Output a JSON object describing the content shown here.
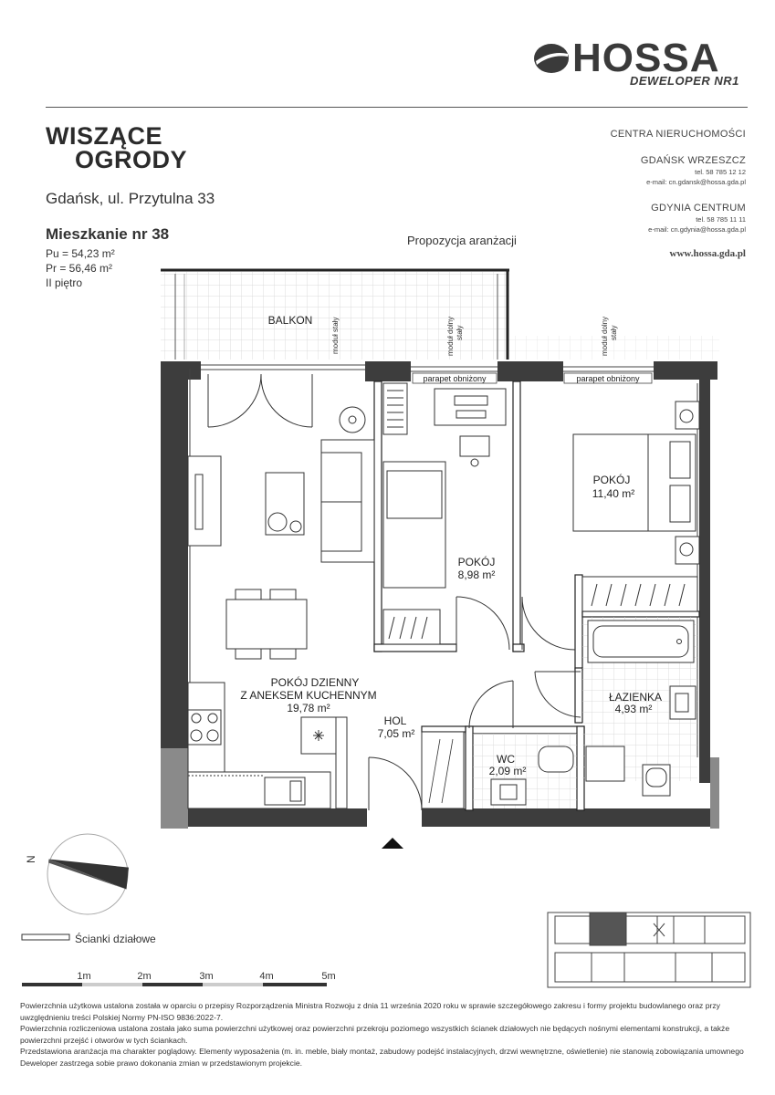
{
  "brand": {
    "name": "HOSSA",
    "tagline": "DEWELOPER NR1"
  },
  "project": {
    "title_line1": "WISZĄCE",
    "title_line2": "OGRODY",
    "address": "Gdańsk, ul. Przytulna 33"
  },
  "apartment": {
    "label": "Mieszkanie nr 38",
    "pu": "Pu = 54,23 m²",
    "pr": "Pr = 56,46 m²",
    "floor": "II piętro"
  },
  "proposal_label": "Propozycja aranżacji",
  "contact": {
    "heading": "CENTRA NIERUCHOMOŚCI",
    "office1_name": "GDAŃSK WRZESZCZ",
    "office1_tel": "tel. 58 785 12 12",
    "office1_email": "e-mail: cn.gdansk@hossa.gda.pl",
    "office2_name": "GDYNIA CENTRUM",
    "office2_tel": "tel. 58 785 11 11",
    "office2_email": "e-mail: cn.gdynia@hossa.gda.pl",
    "website": "www.hossa.gda.pl"
  },
  "rooms": {
    "balkon": "BALKON",
    "modul_staly": "moduł stały",
    "modul_dolny_1": "moduł dolny",
    "modul_dolny_2": "stały",
    "parapet": "parapet obniżony",
    "pokoj_big_name": "POKÓJ",
    "pokoj_big_area": "11,40 m²",
    "pokoj_small_name": "POKÓJ",
    "pokoj_small_area": "8,98 m²",
    "dzienny_line1": "POKÓJ DZIENNY",
    "dzienny_line2": "Z ANEKSEM KUCHENNYM",
    "dzienny_area": "19,78 m²",
    "hol_name": "HOL",
    "hol_area": "7,05 m²",
    "wc_name": "WC",
    "wc_area": "2,09 m²",
    "lazienka_name": "ŁAZIENKA",
    "lazienka_area": "4,93 m²"
  },
  "compass_label": "N",
  "legend_label": "Ścianki działowe",
  "scale_labels": [
    "1m",
    "2m",
    "3m",
    "4m",
    "5m"
  ],
  "footer": {
    "p1": "Powierzchnia użytkowa ustalona została w oparciu o przepisy Rozporządzenia Ministra Rozwoju z dnia 11 września 2020 roku w sprawie szczegółowego zakresu i formy projektu budowlanego oraz przy uwzględnieniu treści Polskiej Normy PN-ISO 9836:2022-7.",
    "p2": "Powierzchnia rozliczeniowa ustalona została jako suma powierzchni użytkowej oraz powierzchni przekroju poziomego wszystkich ścianek działowych nie będących nośnymi elementami konstrukcji, a także powierzchni przejść i otworów w tych ściankach.",
    "p3": "Przedstawiona aranżacja ma charakter poglądowy. Elementy wyposażenia (m. in. meble, biały montaż, zabudowy podejść instalacyjnych, drzwi wewnętrzne, oświetlenie) nie stanowią zobowiązania umownego Deweloper zastrzega sobie prawo dokonania zmian w przedstawionym projekcie."
  }
}
